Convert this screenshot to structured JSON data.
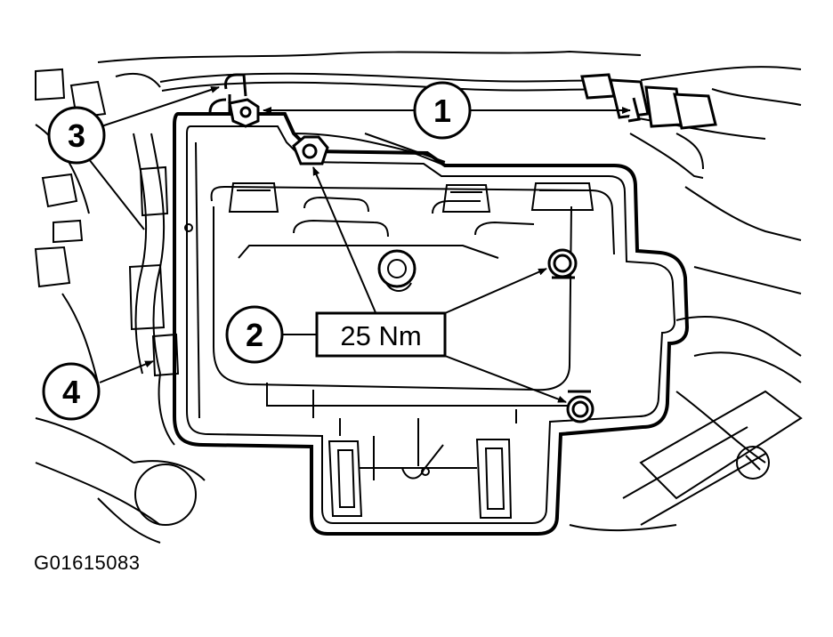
{
  "figure": {
    "id_label": "G01615083",
    "torque_label": "25 Nm"
  },
  "callouts": [
    {
      "number": "1"
    },
    {
      "number": "2"
    },
    {
      "number": "3"
    },
    {
      "number": "4"
    }
  ],
  "colors": {
    "ink": "#000000",
    "paper": "#ffffff"
  }
}
